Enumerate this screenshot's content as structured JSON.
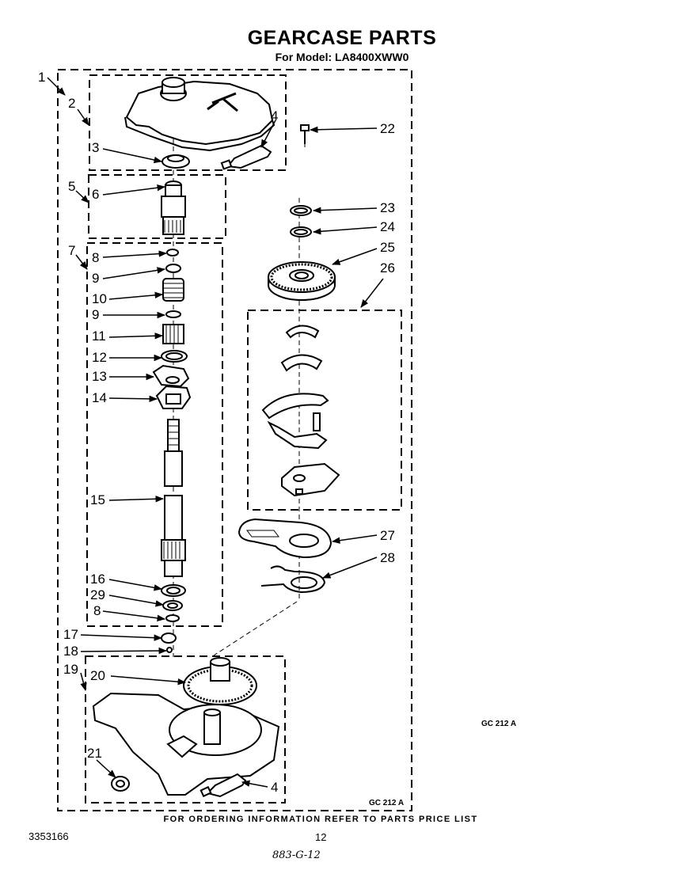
{
  "header": {
    "title": "GEARCASE PARTS",
    "model": "For Model: LA8400XWW0"
  },
  "footer": {
    "ordering_note": "FOR ORDERING INFORMATION REFER TO PARTS PRICE LIST",
    "doc_number": "3353166",
    "page_number": "12",
    "handwritten_note": "883-G-12"
  },
  "figure_codes": {
    "outer": "GC 212 A",
    "inner": "GC 212 A"
  },
  "callouts": {
    "c1": "1",
    "c2": "2",
    "c3": "3",
    "c4a": "4",
    "c4b": "4",
    "c5": "5",
    "c6": "6",
    "c7": "7",
    "c8a": "8",
    "c8b": "8",
    "c9a": "9",
    "c9b": "9",
    "c10": "10",
    "c11": "11",
    "c12": "12",
    "c13": "13",
    "c14": "14",
    "c15": "15",
    "c16": "16",
    "c17": "17",
    "c18": "18",
    "c19": "19",
    "c20": "20",
    "c21": "21",
    "c22": "22",
    "c23": "23",
    "c24": "24",
    "c25": "25",
    "c26": "26",
    "c27": "27",
    "c28": "28",
    "c29": "29"
  }
}
